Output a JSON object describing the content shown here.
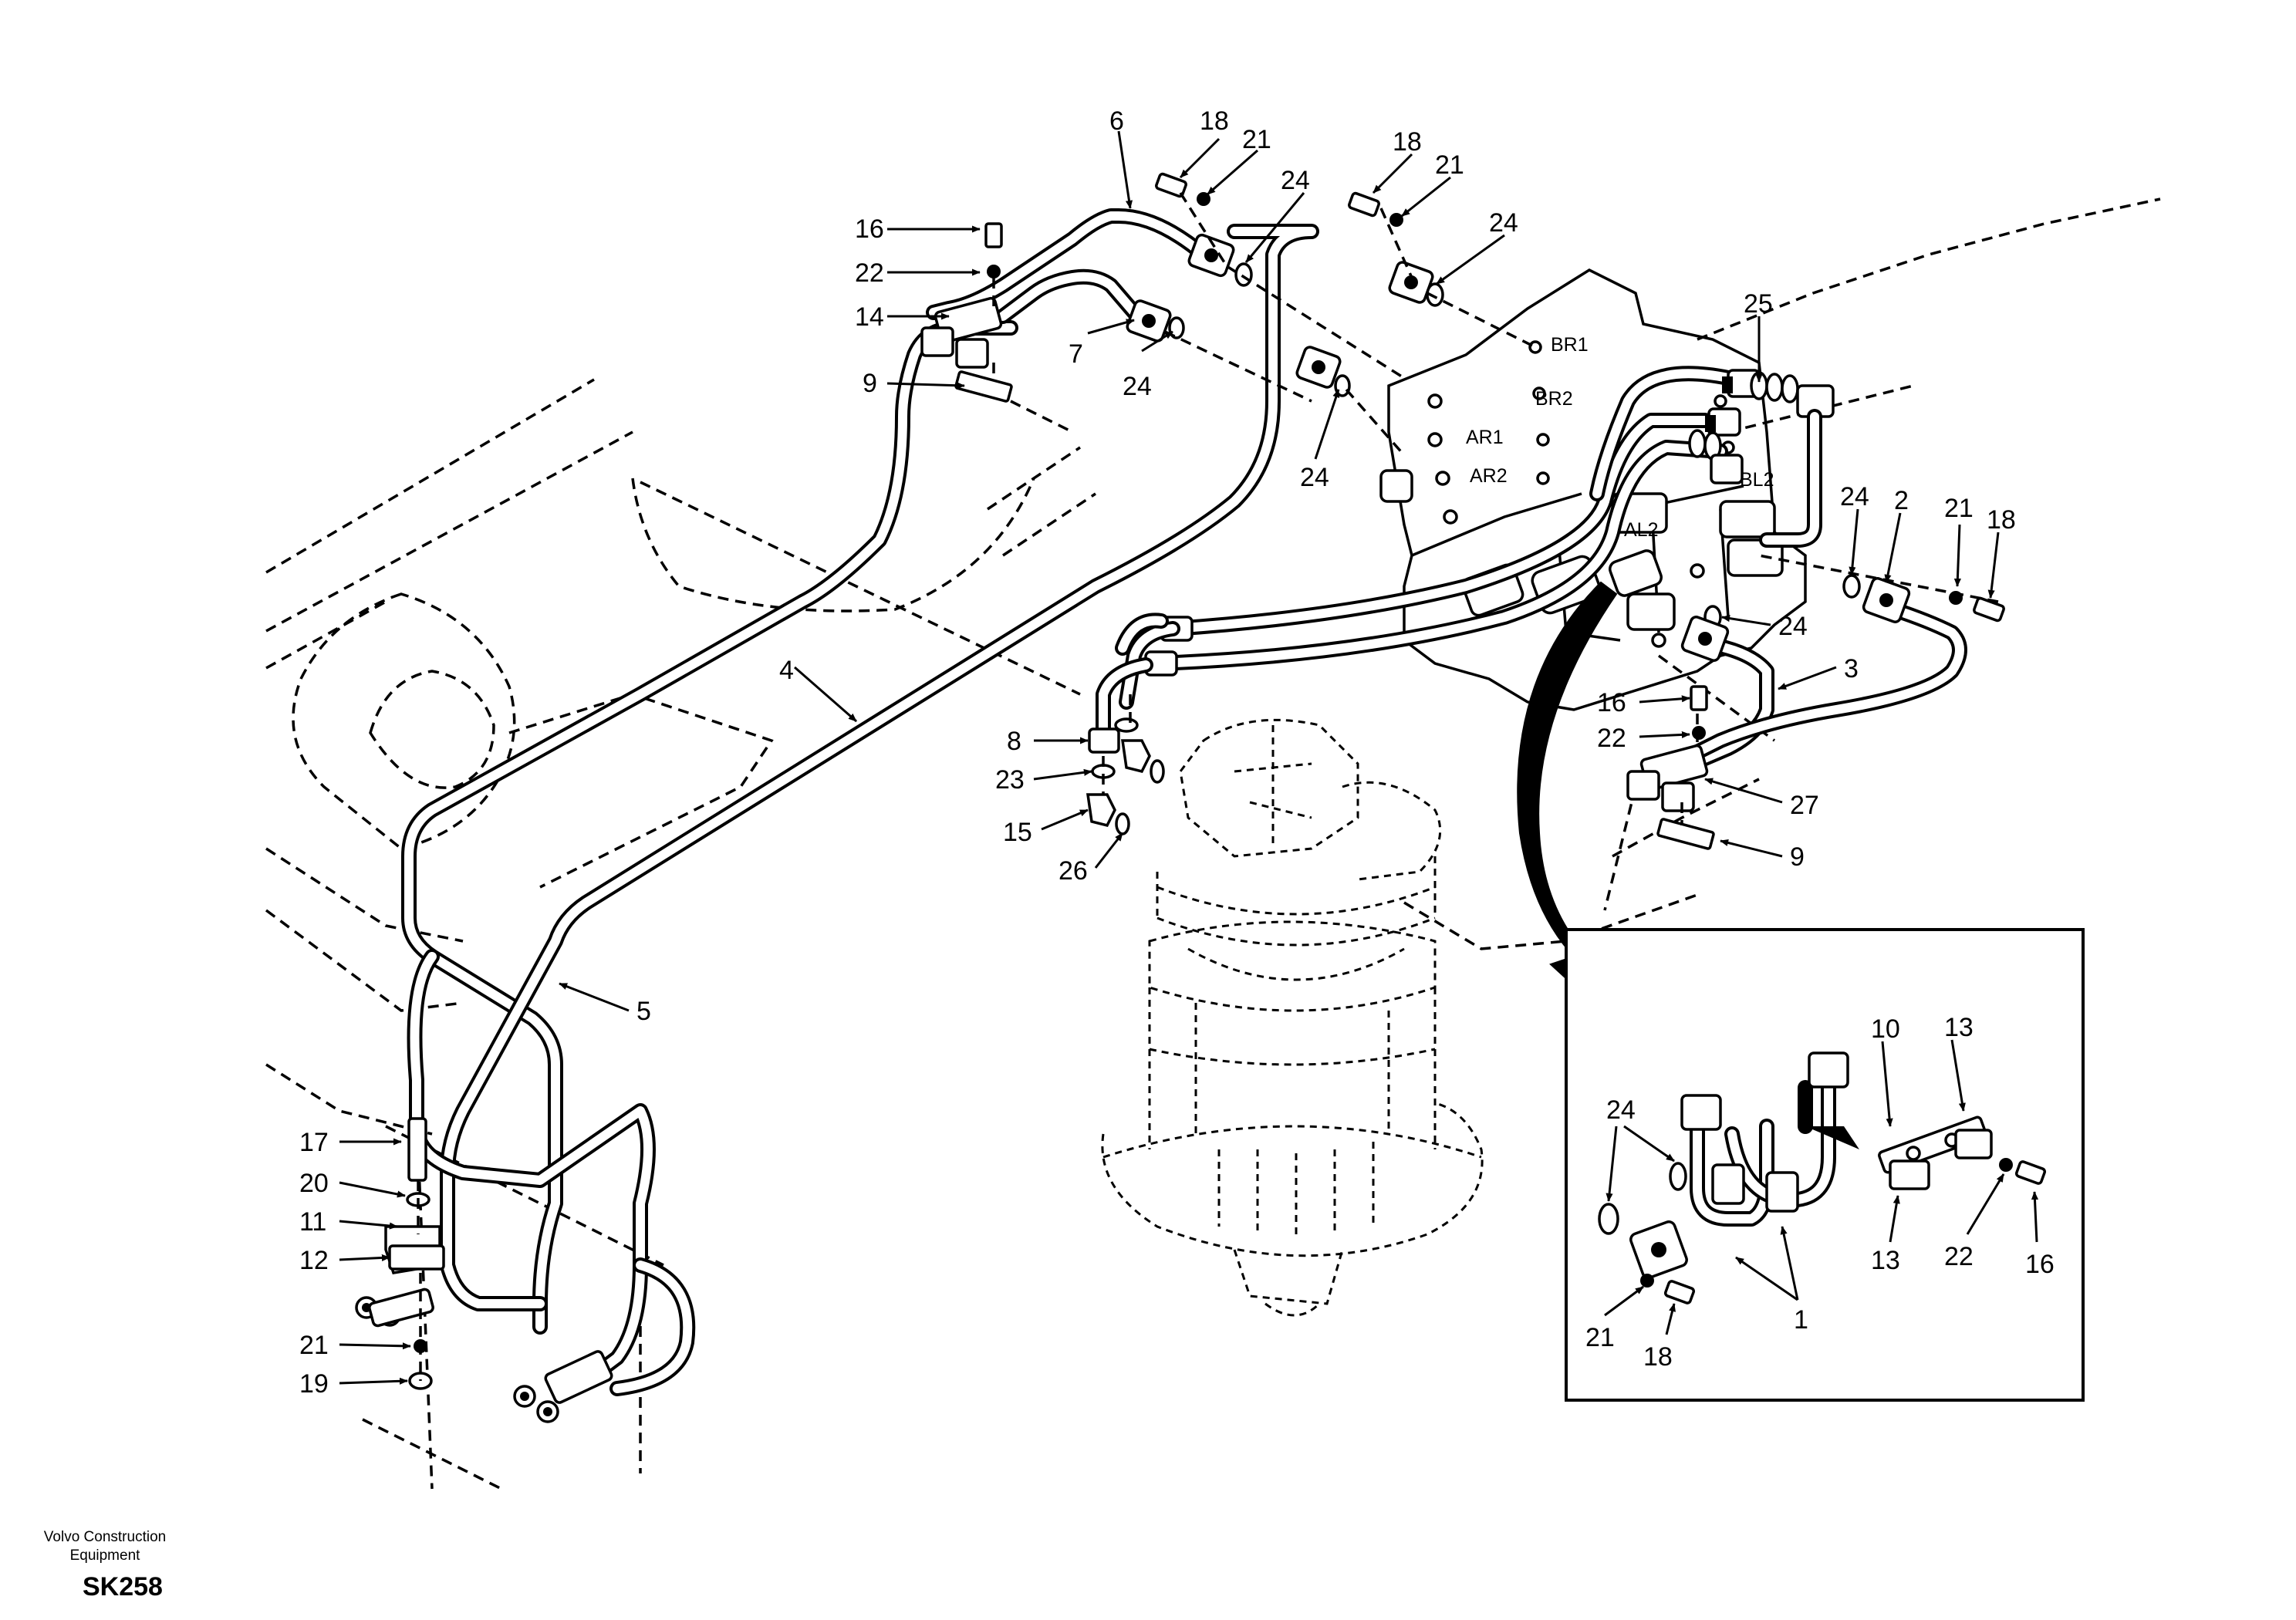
{
  "callouts": {
    "p1": "1",
    "p2": "2",
    "p3": "3",
    "p4": "4",
    "p5": "5",
    "p6": "6",
    "p7": "7",
    "p8": "8",
    "p9": "9",
    "p10": "10",
    "p11": "11",
    "p12": "12",
    "p13": "13",
    "p14": "14",
    "p15": "15",
    "p16": "16",
    "p17": "17",
    "p18": "18",
    "p19": "19",
    "p20": "20",
    "p21": "21",
    "p22": "22",
    "p23": "23",
    "p24": "24",
    "p25": "25",
    "p26": "26",
    "p27": "27"
  },
  "ports": {
    "br1": "BR1",
    "br2": "BR2",
    "ar1": "AR1",
    "ar2": "AR2",
    "al2": "AL2",
    "bl2": "BL2"
  },
  "footer": {
    "brand_line1": "Volvo Construction",
    "brand_line2": "Equipment",
    "code": "SK258"
  }
}
